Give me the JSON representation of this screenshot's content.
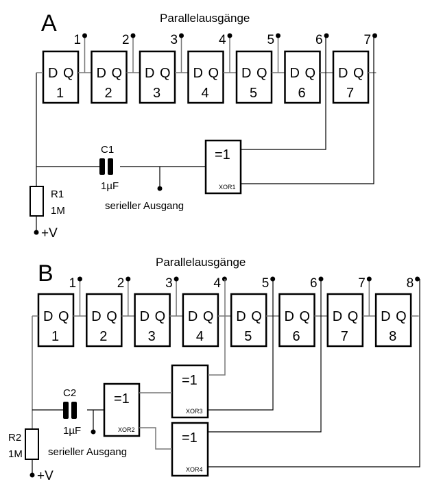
{
  "diagram": {
    "sections": [
      {
        "id": "A",
        "label": "A",
        "title": "Parallelausgänge",
        "flipflops": [
          {
            "d": "D",
            "q": "Q",
            "index": "1",
            "output": "1"
          },
          {
            "d": "D",
            "q": "Q",
            "index": "2",
            "output": "2"
          },
          {
            "d": "D",
            "q": "Q",
            "index": "3",
            "output": "3"
          },
          {
            "d": "D",
            "q": "Q",
            "index": "4",
            "output": "4"
          },
          {
            "d": "D",
            "q": "Q",
            "index": "5",
            "output": "5"
          },
          {
            "d": "D",
            "q": "Q",
            "index": "6",
            "output": "6"
          },
          {
            "d": "D",
            "q": "Q",
            "index": "7",
            "output": "7"
          }
        ],
        "capacitor": {
          "name": "C1",
          "value": "1µF"
        },
        "resistor": {
          "name": "R1",
          "value": "1M"
        },
        "supply": "+V",
        "serial_output": "serieller Ausgang",
        "gates": [
          {
            "symbol": "=1",
            "name": "XOR1",
            "inputs_from": [
              "6",
              "7"
            ]
          }
        ]
      },
      {
        "id": "B",
        "label": "B",
        "title": "Parallelausgänge",
        "flipflops": [
          {
            "d": "D",
            "q": "Q",
            "index": "1",
            "output": "1"
          },
          {
            "d": "D",
            "q": "Q",
            "index": "2",
            "output": "2"
          },
          {
            "d": "D",
            "q": "Q",
            "index": "3",
            "output": "3"
          },
          {
            "d": "D",
            "q": "Q",
            "index": "4",
            "output": "4"
          },
          {
            "d": "D",
            "q": "Q",
            "index": "5",
            "output": "5"
          },
          {
            "d": "D",
            "q": "Q",
            "index": "6",
            "output": "6"
          },
          {
            "d": "D",
            "q": "Q",
            "index": "7",
            "output": "7"
          },
          {
            "d": "D",
            "q": "Q",
            "index": "8",
            "output": "8"
          }
        ],
        "capacitor": {
          "name": "C2",
          "value": "1µF"
        },
        "resistor": {
          "name": "R2",
          "value": "1M"
        },
        "supply": "+V",
        "serial_output": "serieller Ausgang",
        "gates": [
          {
            "symbol": "=1",
            "name": "XOR2",
            "inputs_from": [
              "XOR3",
              "XOR4"
            ]
          },
          {
            "symbol": "=1",
            "name": "XOR3",
            "inputs_from": [
              "4",
              "5"
            ]
          },
          {
            "symbol": "=1",
            "name": "XOR4",
            "inputs_from": [
              "6",
              "8"
            ]
          }
        ]
      }
    ]
  }
}
